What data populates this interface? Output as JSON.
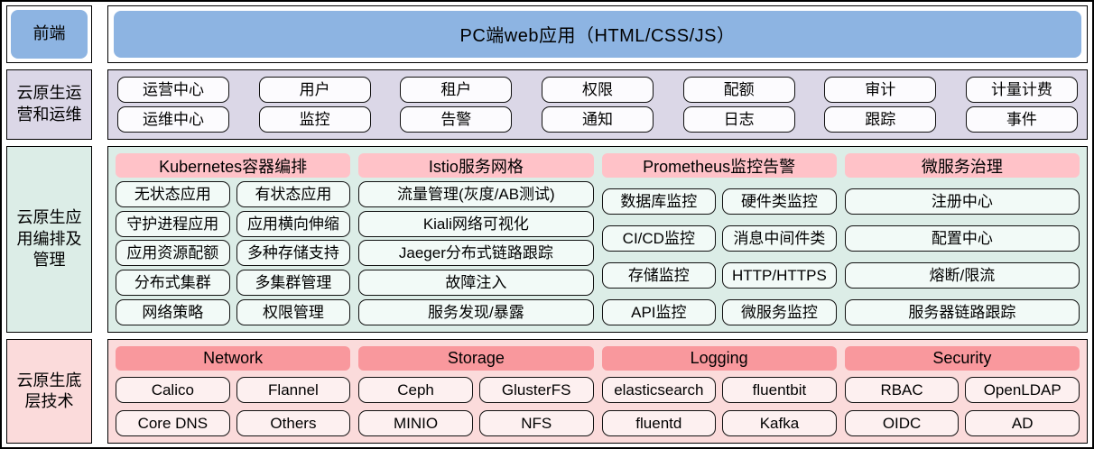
{
  "frontend": {
    "label": "前端",
    "app": "PC端web应用（HTML/CSS/JS）"
  },
  "ops": {
    "label": "云原生运营和运维",
    "rows": [
      [
        "运营中心",
        "用户",
        "租户",
        "权限",
        "配额",
        "审计",
        "计量计费"
      ],
      [
        "运维中心",
        "监控",
        "告警",
        "通知",
        "日志",
        "跟踪",
        "事件"
      ]
    ]
  },
  "orchestration": {
    "label": "云原生应用编排及管理",
    "columns": [
      {
        "header": "Kubernetes容器编排",
        "rows": [
          [
            "无状态应用",
            "有状态应用"
          ],
          [
            "守护进程应用",
            "应用横向伸缩"
          ],
          [
            "应用资源配额",
            "多种存储支持"
          ],
          [
            "分布式集群",
            "多集群管理"
          ],
          [
            "网络策略",
            "权限管理"
          ]
        ]
      },
      {
        "header": "Istio服务网格",
        "rows": [
          [
            "流量管理(灰度/AB测试)"
          ],
          [
            "Kiali网络可视化"
          ],
          [
            "Jaeger分布式链路跟踪"
          ],
          [
            "故障注入"
          ],
          [
            "服务发现/暴露"
          ]
        ]
      },
      {
        "header": "Prometheus监控告警",
        "rows": [
          [
            "数据库监控",
            "硬件类监控"
          ],
          [
            "CI/CD监控",
            "消息中间件类"
          ],
          [
            "存储监控",
            "HTTP/HTTPS"
          ],
          [
            "API监控",
            "微服务监控"
          ]
        ]
      },
      {
        "header": "微服务治理",
        "rows": [
          [
            "注册中心"
          ],
          [
            "配置中心"
          ],
          [
            "熔断/限流"
          ],
          [
            "服务器链路跟踪"
          ]
        ]
      }
    ]
  },
  "infrastructure": {
    "label": "云原生底层技术",
    "columns": [
      {
        "header": "Network",
        "rows": [
          [
            "Calico",
            "Flannel"
          ],
          [
            "Core DNS",
            "Others"
          ]
        ]
      },
      {
        "header": "Storage",
        "rows": [
          [
            "Ceph",
            "GlusterFS"
          ],
          [
            "MINIO",
            "NFS"
          ]
        ]
      },
      {
        "header": "Logging",
        "rows": [
          [
            "elasticsearch",
            "fluentbit"
          ],
          [
            "fluentd",
            "Kafka"
          ]
        ]
      },
      {
        "header": "Security",
        "rows": [
          [
            "RBAC",
            "OpenLDAP"
          ],
          [
            "OIDC",
            "AD"
          ]
        ]
      }
    ]
  },
  "colors": {
    "accent_blue": "#8DB4E2",
    "lavender": "#DBD7E7",
    "mint": "#DCEDE7",
    "pink": "#FBDBDB",
    "header_pink": "#FFC2C8",
    "header_salmon": "#F9989D"
  }
}
